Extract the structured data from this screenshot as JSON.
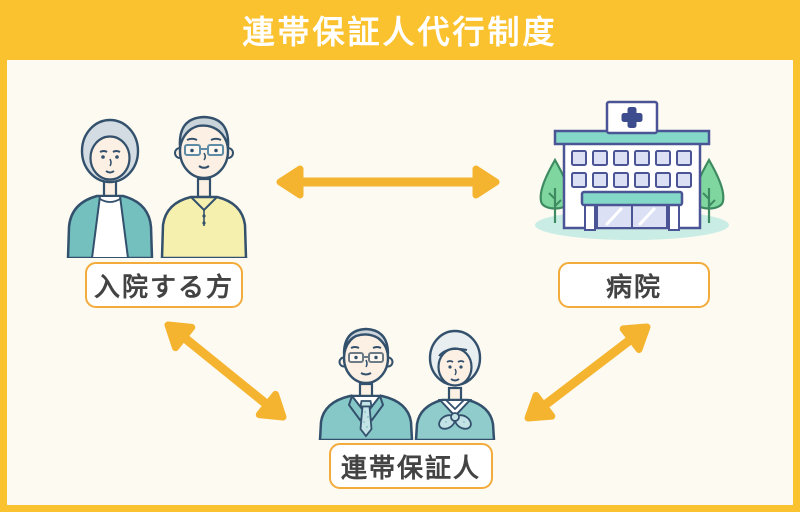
{
  "title": "連帯保証人代行制度",
  "nodes": {
    "patient": {
      "label": "入院する方",
      "illustration": "elderly-couple"
    },
    "hospital": {
      "label": "病院",
      "illustration": "hospital-building"
    },
    "guarantor": {
      "label": "連帯保証人",
      "illustration": "middle-aged-couple-in-suits"
    }
  },
  "edges": [
    {
      "from": "入院する方",
      "to": "病院",
      "style": "double-headed-arrow"
    },
    {
      "from": "入院する方",
      "to": "連帯保証人",
      "style": "double-headed-arrow"
    },
    {
      "from": "連帯保証人",
      "to": "病院",
      "style": "double-headed-arrow"
    }
  ],
  "colors": {
    "frame_yellow": "#FBC22F",
    "arrow_yellow": "#F5B42F",
    "background_cream": "#FCFAF1",
    "label_border_orange": "#F3AC3B",
    "label_text": "#434343",
    "title_text": "#FFFFFF",
    "outline_navy": "#33506C",
    "hospital_outline": "#4B5596",
    "teal_clothing": "#74C0BF",
    "teal_roof": "#84D8C8"
  }
}
